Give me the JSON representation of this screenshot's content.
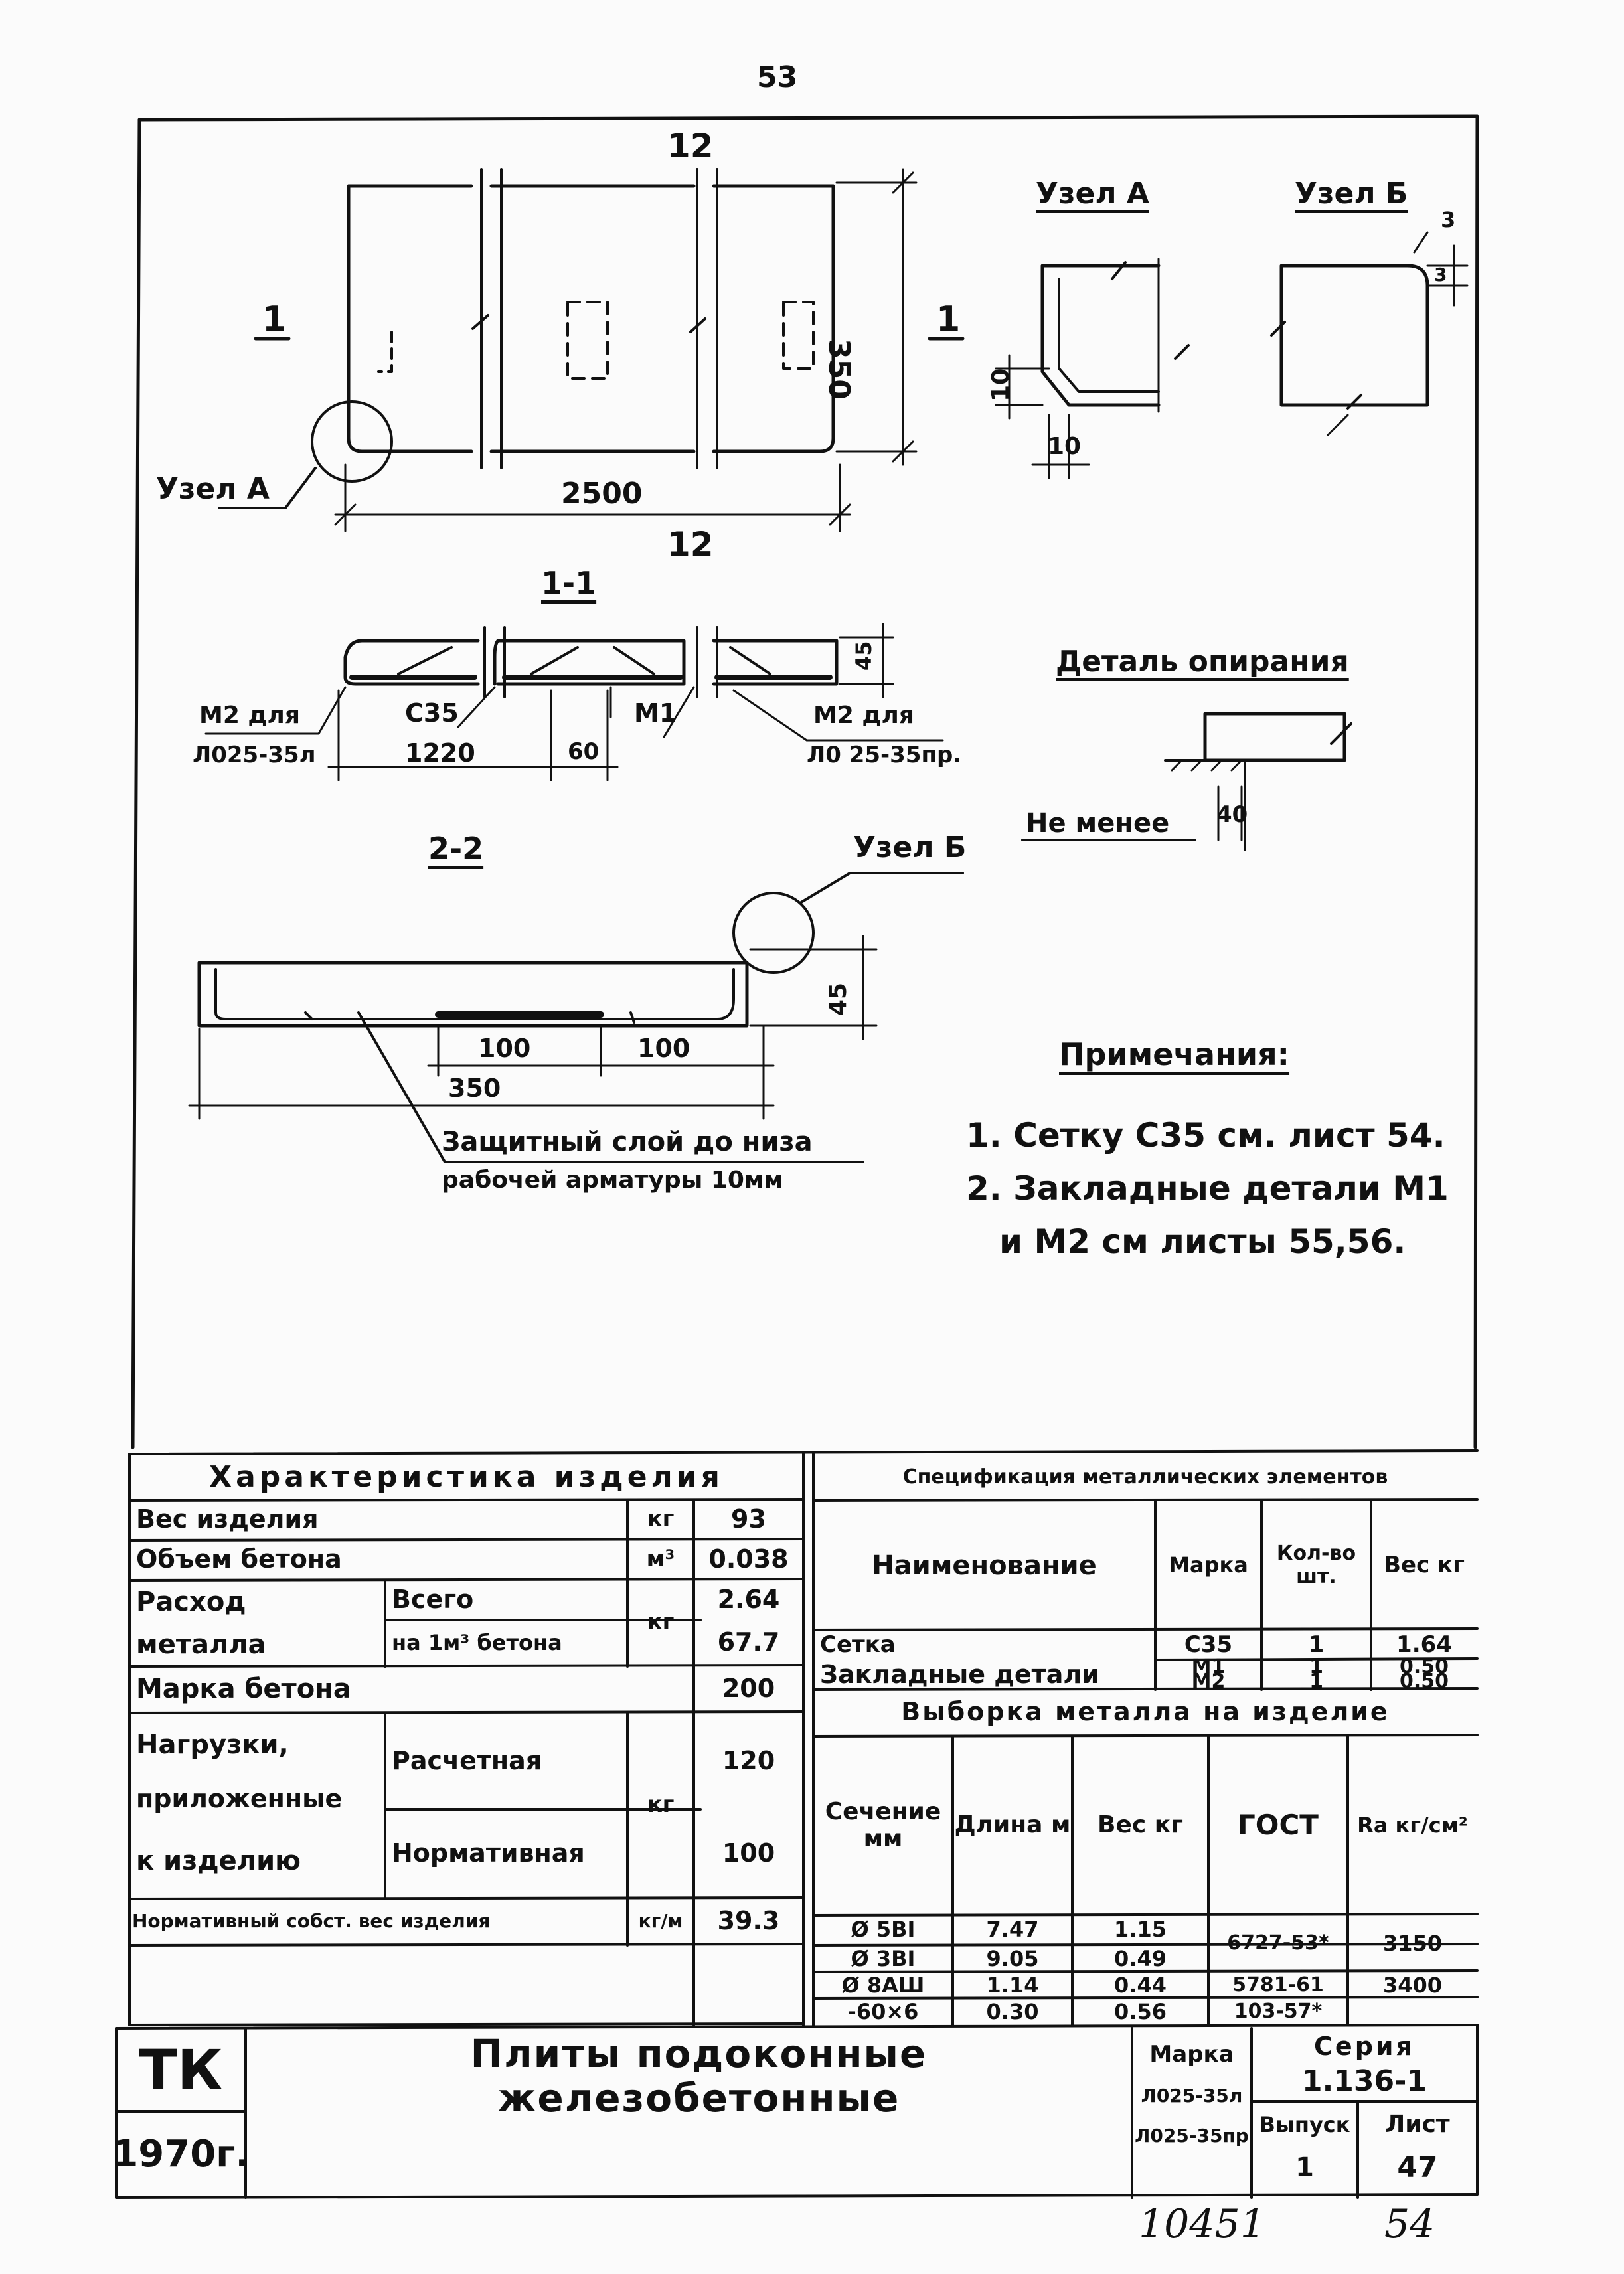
{
  "page_number": "53",
  "stamp_number": "10451",
  "page_handwritten": "54",
  "drawing": {
    "section_mark_top": "12",
    "section_mark_bottom": "12",
    "section_mark_left": "1",
    "section_mark_right": "1",
    "dim_length": "2500",
    "dim_height": "350",
    "node_a_label": "Узел А",
    "node_a_title": "Узел А",
    "node_b_title": "Узел Б",
    "node_a_dim1": "10",
    "node_a_dim2": "10",
    "node_b_dim1": "3",
    "node_b_dim2": "3",
    "section_11_title": "1-1",
    "s11_left_note_1": "М2 для",
    "s11_left_note_2": "Л025-35л",
    "s11_c35": "С35",
    "s11_m1": "М1",
    "s11_right_note_1": "М2 для",
    "s11_right_note_2": "Л0 25-35пр.",
    "s11_dim_1220": "1220",
    "s11_dim_60": "60",
    "s11_dim_45": "45",
    "support_title": "Деталь опирания",
    "support_note": "Не менее",
    "support_dim": "40",
    "section_22_title": "2-2",
    "s22_node_b": "Узел Б",
    "s22_dim_45": "45",
    "s22_dim_100a": "100",
    "s22_dim_100b": "100",
    "s22_dim_350": "350",
    "s22_note_1": "Защитный слой до низа",
    "s22_note_2": "рабочей арматуры 10мм"
  },
  "notes": {
    "title": "Примечания:",
    "line1": "1. Сетку С35 см. лист 54.",
    "line2": "2. Закладные детали М1",
    "line3": "и М2 см листы 55,56."
  },
  "characteristics": {
    "title": "Характеристика изделия",
    "weight_label": "Вес изделия",
    "weight_unit": "кг",
    "weight_value": "93",
    "volume_label": "Объем бетона",
    "volume_unit": "м³",
    "volume_value": "0.038",
    "metal_label_1": "Расход",
    "metal_label_2": "металла",
    "metal_total_label": "Всего",
    "metal_per_label": "на 1м³ бетона",
    "metal_unit": "кг",
    "metal_total_value": "2.64",
    "metal_per_value": "67.7",
    "grade_label": "Марка бетона",
    "grade_value": "200",
    "load_label_1": "Нагрузки,",
    "load_label_2": "приложенные",
    "load_label_3": "к изделию",
    "load_calc_label": "Расчетная",
    "load_norm_label": "Нормативная",
    "load_unit": "кг",
    "load_calc_value": "120",
    "load_norm_value": "100",
    "norm_weight_label": "Нормативный собст. вес изделия",
    "norm_weight_unit": "кг/м",
    "norm_weight_value": "39.3"
  },
  "specification": {
    "title": "Спецификация металлических элементов",
    "headers": [
      "Наименование",
      "Марка",
      "Кол-во шт.",
      "Вес кг"
    ],
    "rows": [
      {
        "name": "Сетка",
        "mark": "С35",
        "qty": "1",
        "weight": "1.64"
      },
      {
        "name": "Закладные детали",
        "mark": "М1",
        "qty": "1",
        "weight": "0.50"
      },
      {
        "name": "",
        "mark": "М2",
        "qty": "1",
        "weight": "0.50"
      }
    ]
  },
  "metal_selection": {
    "title": "Выборка металла на изделие",
    "headers": [
      "Сечение мм",
      "Длина м",
      "Вес кг",
      "ГОСТ",
      "Ra кг/см²"
    ],
    "rows": [
      {
        "section": "Ø 5BI",
        "length": "7.47",
        "weight": "1.15",
        "gost": "6727-53*",
        "ra": "3150"
      },
      {
        "section": "Ø 3BI",
        "length": "9.05",
        "weight": "0.49",
        "gost": "",
        "ra": ""
      },
      {
        "section": "Ø 8AШ",
        "length": "1.14",
        "weight": "0.44",
        "gost": "5781-61",
        "ra": "3400"
      },
      {
        "section": "-60×6",
        "length": "0.30",
        "weight": "0.56",
        "gost": "103-57*",
        "ra": ""
      }
    ]
  },
  "title_block": {
    "org": "ТК",
    "year": "1970г.",
    "name": "Плиты подоконные железобетонные",
    "mark_label": "Марка",
    "mark_1": "Л025-35л",
    "mark_2": "Л025-35пр",
    "series_label": "Серия",
    "series_value": "1.136-1",
    "issue_label": "Выпуск",
    "issue_value": "1",
    "sheet_label": "Лист",
    "sheet_value": "47"
  }
}
